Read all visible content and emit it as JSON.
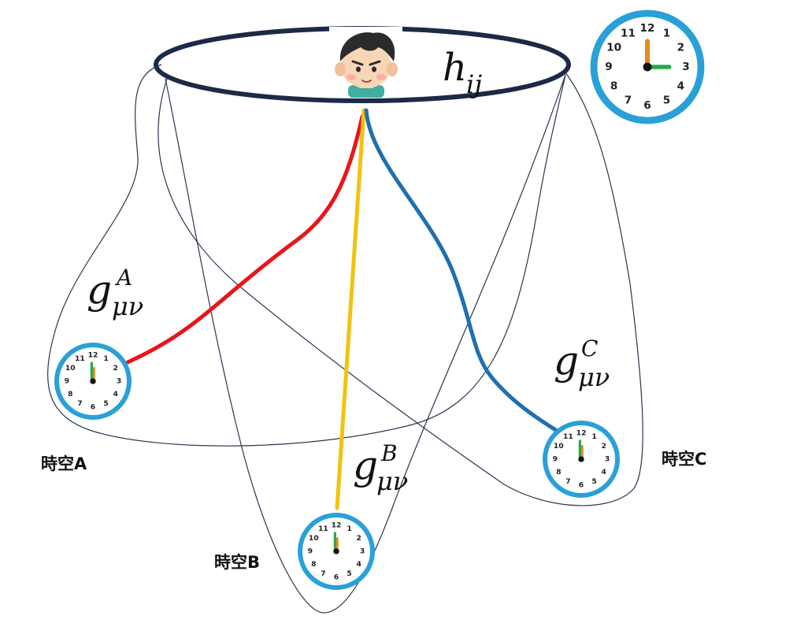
{
  "boundary": {
    "metric_base": "h",
    "metric_sub": "ij"
  },
  "spacetimes": [
    {
      "id": "A",
      "label": "時空A",
      "metric_base": "g",
      "metric_sup": "A",
      "metric_sub": "μν",
      "path_color": "#e8161c",
      "clock_time": "12:00"
    },
    {
      "id": "B",
      "label": "時空B",
      "metric_base": "g",
      "metric_sup": "B",
      "metric_sub": "μν",
      "path_color": "#f2c20f",
      "clock_time": "12:00"
    },
    {
      "id": "C",
      "label": "時空C",
      "metric_base": "g",
      "metric_sup": "C",
      "metric_sub": "μν",
      "path_color": "#1f6fb0",
      "clock_time": "12:00"
    }
  ],
  "boundary_clock": {
    "time": "3:00"
  },
  "clock_numbers": [
    "12",
    "1",
    "2",
    "3",
    "4",
    "5",
    "6",
    "7",
    "8",
    "9",
    "10",
    "11"
  ],
  "colors": {
    "boundary_ellipse": "#1c2a48",
    "clock_rim": "#2aa0d8",
    "hour_hand": "#e88a1a",
    "minute_hand": "#2aa84a",
    "surface_lines": "#2a3550"
  },
  "icons": {
    "observer": "boy-face-icon",
    "clock": "clock-icon"
  }
}
